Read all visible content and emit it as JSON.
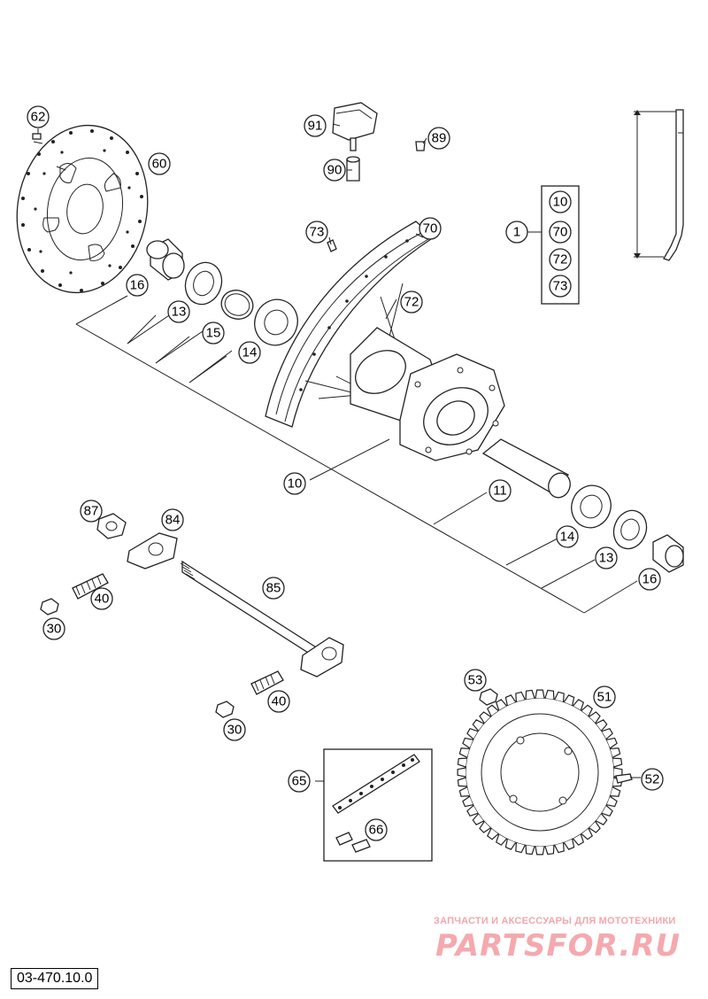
{
  "diagram_ref": "03-470.10.0",
  "watermark": {
    "tagline": "ЗАПЧАСТИ И АКСЕССУАРЫ ДЛЯ МОТОТЕХНИКИ",
    "logo": "PARTSFOR.RU"
  },
  "callouts": {
    "c62": "62",
    "c60": "60",
    "c91": "91",
    "c89": "89",
    "c90": "90",
    "c73a": "73",
    "c70a": "70",
    "c72a": "72",
    "c16a": "16",
    "c13a": "13",
    "c15": "15",
    "c14a": "14",
    "c10a": "10",
    "c11": "11",
    "c14b": "14",
    "c13b": "13",
    "c16b": "16",
    "c1": "1",
    "k10": "10",
    "k70": "70",
    "k72": "72",
    "k73": "73",
    "c87": "87",
    "c84": "84",
    "c40a": "40",
    "c30a": "30",
    "c85": "85",
    "c40b": "40",
    "c30b": "30",
    "c53": "53",
    "c51": "51",
    "c52": "52",
    "c65": "65",
    "c66": "66"
  },
  "colors": {
    "line": "#222222",
    "watermark": "#f2a7ad"
  }
}
